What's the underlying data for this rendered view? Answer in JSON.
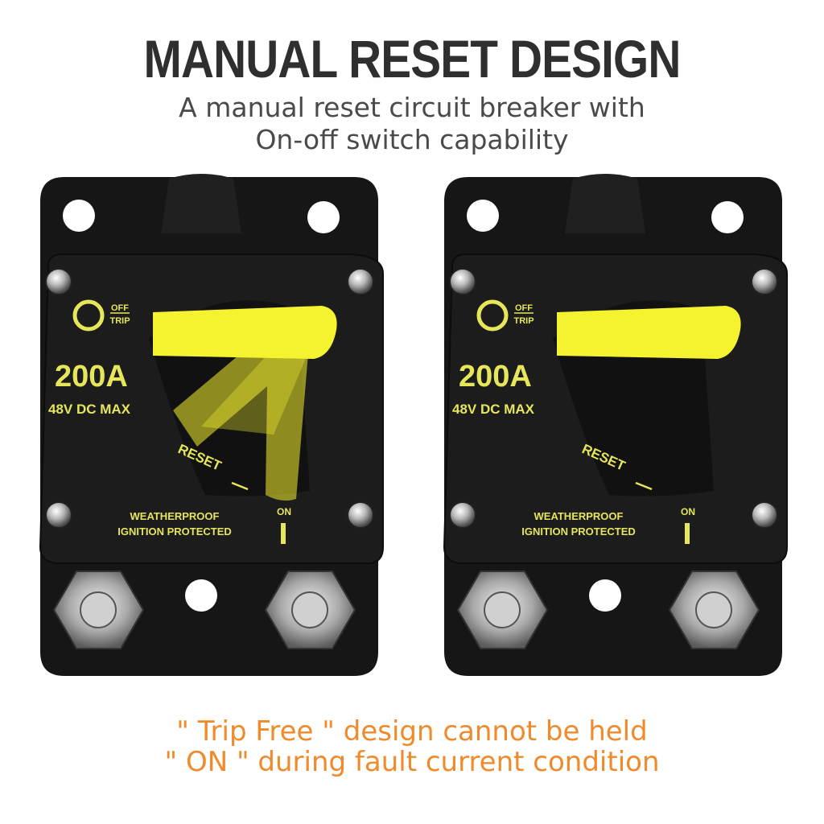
{
  "header": {
    "title": "MANUAL RESET DESIGN",
    "subtitle_line1": "A manual reset circuit breaker with",
    "subtitle_line2": "On-off switch capability"
  },
  "breaker": {
    "off_label": "OFF",
    "trip_label": "TRIP",
    "rating": "200A",
    "voltage": "48V DC MAX",
    "reset_label": "RESET",
    "on_label": "ON",
    "on_symbol": "I",
    "weatherproof": "WEATHERPROOF",
    "ignition": "IGNITION PROTECTED"
  },
  "footer": {
    "line1": "\" Trip Free \" design cannot be held",
    "line2": "\" ON \" during fault current condition"
  },
  "colors": {
    "lever_yellow": "#f5f230",
    "label_yellow": "#e6e65a",
    "footer_orange": "#f08a2b"
  }
}
